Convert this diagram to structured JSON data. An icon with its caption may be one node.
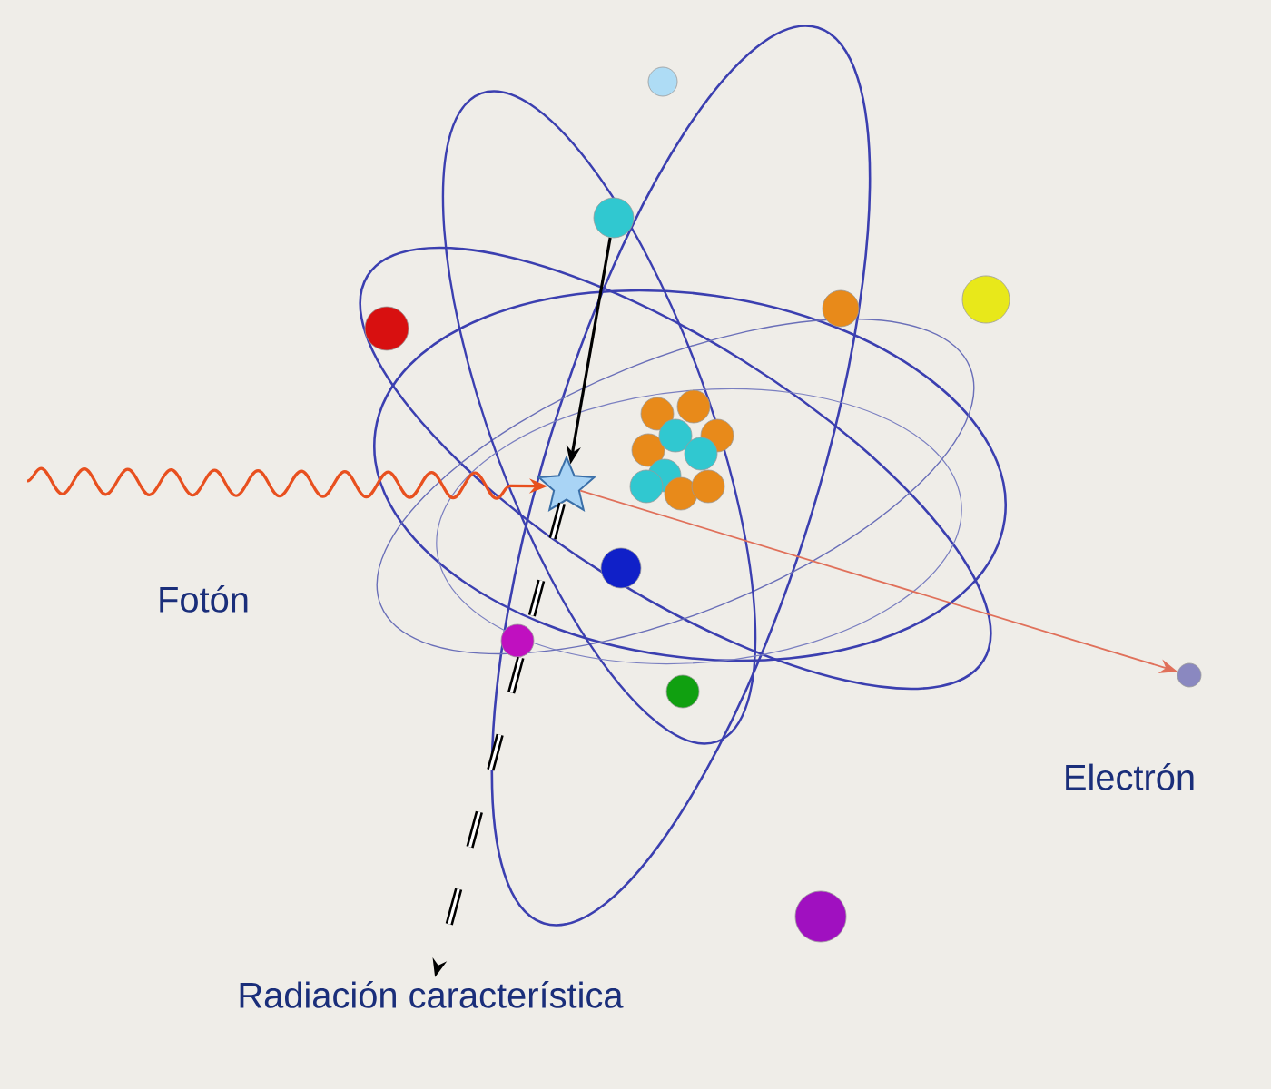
{
  "diagram": {
    "nodes": [
      {
        "text": [],
        "shape": "star"
      },
      {
        "text": [],
        "shape": "circle"
      },
      {
        "text": [],
        "shape": "circle",
        "beside": [
          "Electrón"
        ]
      },
      {
        "text": [
          "Radiación característica"
        ]
      }
    ],
    "edges": [
      {
        "from": null,
        "to": 0,
        "arrow": "to",
        "label": "Fotón",
        "color": "#e8501f"
      },
      {
        "from": 1,
        "to": 0,
        "arrow": "to"
      },
      {
        "from": 0,
        "to": 2,
        "arrow": "to",
        "color": "#e0705a"
      },
      {
        "from": 0,
        "to": 3,
        "arrow": "to",
        "style": "dashed",
        "color": "#000000"
      }
    ]
  }
}
